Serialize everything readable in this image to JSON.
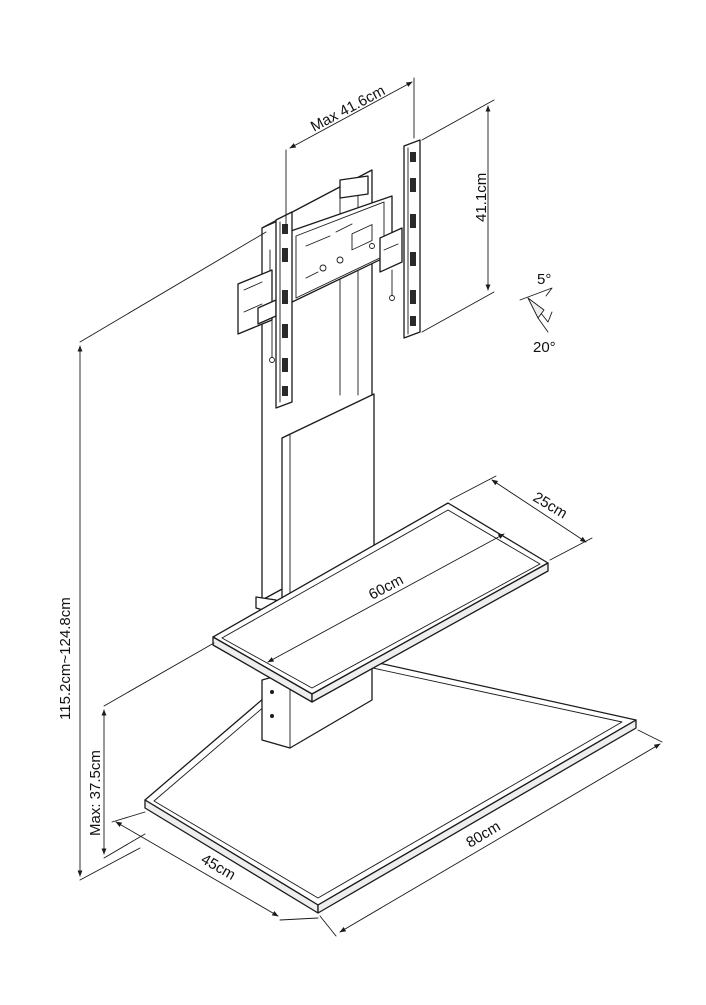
{
  "dimensions": {
    "max_vesa_width": "Max 41.6cm",
    "vesa_height": "41.1cm",
    "tilt_up": "5°",
    "tilt_down": "20°",
    "shelf_depth": "25cm",
    "shelf_width": "60cm",
    "total_height": "115.2cm~124.8cm",
    "shelf_max_height": "Max: 37.5cm",
    "base_depth": "45cm",
    "base_width": "80cm"
  },
  "colors": {
    "line": "#1a1a1a",
    "background": "#ffffff"
  }
}
